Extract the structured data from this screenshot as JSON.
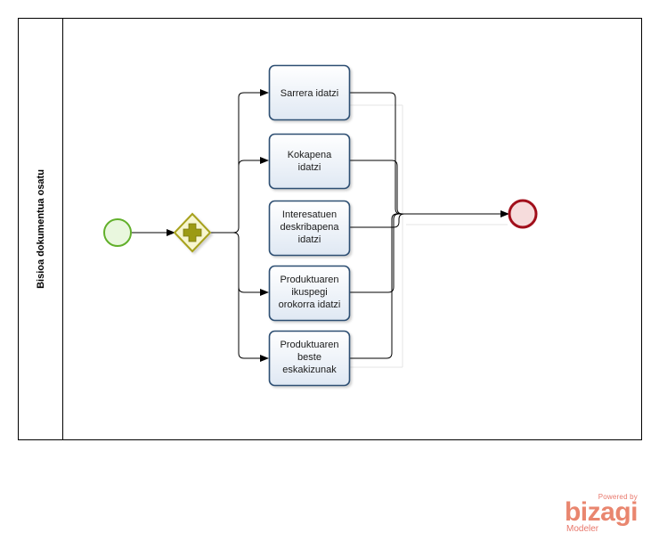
{
  "pool": {
    "label": "Bisioa dokumentua osatu"
  },
  "start_event": {
    "type": "start"
  },
  "gateway": {
    "type": "parallel"
  },
  "end_event": {
    "type": "end"
  },
  "tasks": [
    {
      "lines": [
        "Sarrera idatzi"
      ]
    },
    {
      "lines": [
        "Kokapena",
        "idatzi"
      ]
    },
    {
      "lines": [
        "Interesatuen",
        "deskribapena",
        "idatzi"
      ]
    },
    {
      "lines": [
        "Produktuaren",
        "ikuspegi",
        "orokorra idatzi"
      ]
    },
    {
      "lines": [
        "Produktuaren",
        "beste",
        "eskakizunak"
      ]
    }
  ],
  "watermark": {
    "powered": "Powered by",
    "brand": "bizagi",
    "product": "Modeler"
  },
  "colors": {
    "task_stroke": "#2d4f73",
    "task_fill_top": "#ffffff",
    "task_fill_bottom": "#dfe8f3",
    "start_stroke": "#62b02b",
    "start_fill": "#e9f7de",
    "end_stroke": "#a10f1b",
    "end_fill": "#f6dcdc",
    "gateway_stroke": "#a7a11d",
    "gateway_fill": "#f7f6cf",
    "gateway_plus": "#8c8a10",
    "brand": "#e9866f"
  }
}
